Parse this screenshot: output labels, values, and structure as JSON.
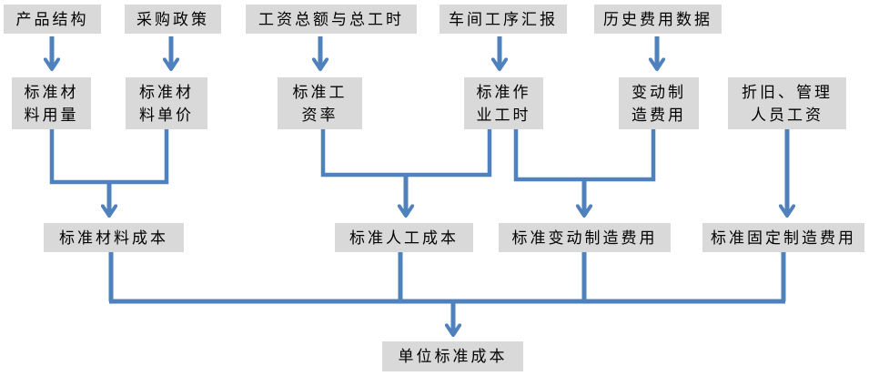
{
  "diagram": {
    "accent_color": "#4f81bd",
    "box_fill_color": "#d9d9d9",
    "text_color": "#000000",
    "nodes": {
      "product_structure": "产品结构",
      "procurement_policy": "采购政策",
      "total_wages_and_hours": "工资总额与总工时",
      "workshop_process_report": "车间工序汇报",
      "historical_cost_data": "历史费用数据",
      "std_material_usage": "标准材\n料用量",
      "std_material_price": "标准材\n料单价",
      "std_wage_rate": "标准工\n资率",
      "std_operation_hours": "标准作\n业工时",
      "variable_mfg_cost": "变动制\n造费用",
      "depreciation_admin_wages": "折旧、管理\n人员工资",
      "std_material_cost": "标准材料成本",
      "std_labor_cost": "标准人工成本",
      "std_variable_mfg_cost": "标准变动制造费用",
      "std_fixed_mfg_cost": "标准固定制造费用",
      "unit_standard_cost": "单位标准成本"
    },
    "edges": [
      {
        "from": [
          "product_structure"
        ],
        "to": "std_material_usage"
      },
      {
        "from": [
          "procurement_policy"
        ],
        "to": "std_material_price"
      },
      {
        "from": [
          "total_wages_and_hours"
        ],
        "to": "std_wage_rate"
      },
      {
        "from": [
          "workshop_process_report"
        ],
        "to": "std_operation_hours"
      },
      {
        "from": [
          "historical_cost_data"
        ],
        "to": "variable_mfg_cost"
      },
      {
        "from": [
          "std_material_usage",
          "std_material_price"
        ],
        "to": "std_material_cost"
      },
      {
        "from": [
          "std_wage_rate",
          "std_operation_hours"
        ],
        "to": "std_labor_cost"
      },
      {
        "from": [
          "std_operation_hours",
          "variable_mfg_cost"
        ],
        "to": "std_variable_mfg_cost"
      },
      {
        "from": [
          "depreciation_admin_wages"
        ],
        "to": "std_fixed_mfg_cost"
      },
      {
        "from": [
          "std_material_cost",
          "std_labor_cost",
          "std_variable_mfg_cost",
          "std_fixed_mfg_cost"
        ],
        "to": "unit_standard_cost"
      }
    ]
  }
}
